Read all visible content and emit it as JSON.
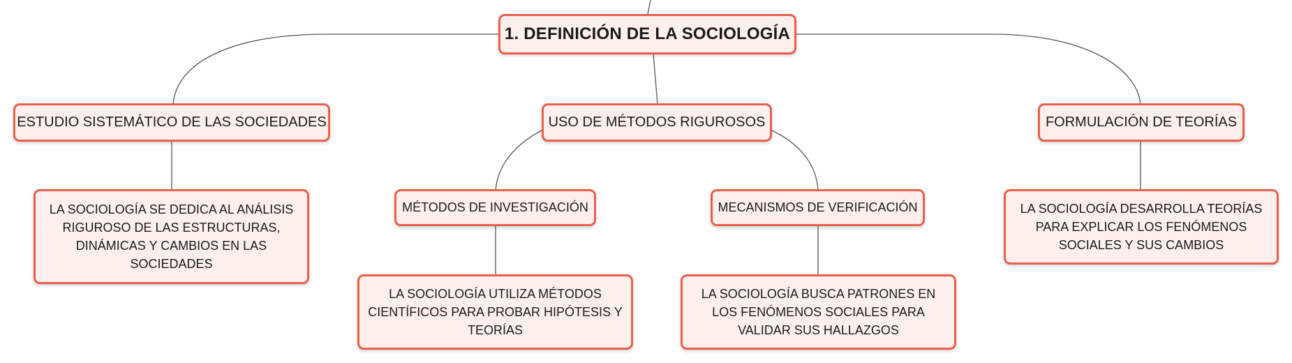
{
  "root": {
    "label": "1. DEFINICIÓN DE LA SOCIOLOGÍA"
  },
  "branches": {
    "estudio": {
      "label": "ESTUDIO SISTEMÁTICO DE LAS SOCIEDADES",
      "detail": "LA SOCIOLOGÍA SE DEDICA AL ANÁLISIS RIGUROSO DE LAS ESTRUCTURAS, DINÁMICAS Y CAMBIOS EN LAS SOCIEDADES"
    },
    "metodos": {
      "label": "USO DE MÉTODOS RIGUROSOS",
      "investigacion": {
        "label": "MÉTODOS DE INVESTIGACIÓN",
        "detail": "LA SOCIOLOGÍA UTILIZA MÉTODOS CIENTÍFICOS PARA PROBAR HIPÓTESIS Y TEORÍAS"
      },
      "verificacion": {
        "label": "MECANISMOS DE VERIFICACIÓN",
        "detail": "LA SOCIOLOGÍA BUSCA PATRONES EN LOS FENÓMENOS SOCIALES PARA VALIDAR SUS HALLAZGOS"
      }
    },
    "teorias": {
      "label": "FORMULACIÓN DE TEORÍAS",
      "detail": "LA SOCIOLOGÍA DESARROLLA TEORÍAS PARA EXPLICAR LOS FENÓMENOS SOCIALES Y SUS CAMBIOS"
    }
  },
  "colors": {
    "border": "#e8604c",
    "fill": "#fdf0ec",
    "connector": "#555555"
  }
}
